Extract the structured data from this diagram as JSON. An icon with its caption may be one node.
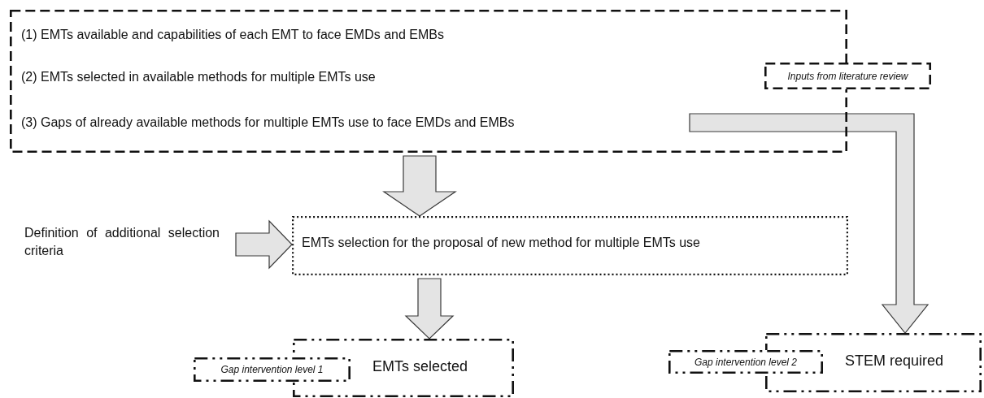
{
  "diagram": {
    "nodes": [
      {
        "text": [
          "(1)  EMTs available and capabilities of each EMT to face EMDs and EMBs",
          "(2)  EMTs selected in available methods for multiple EMTs use",
          "(3)  Gaps of already available methods for multiple EMTs use to face EMDs and EMBs"
        ]
      },
      {
        "text": [
          "Inputs from literature review"
        ]
      },
      {
        "text": [
          "Definition of additional selection criteria"
        ]
      },
      {
        "text": [
          "EMTs selection for the proposal of new method for multiple EMTs use"
        ]
      },
      {
        "text": [
          "Gap intervention level 1"
        ]
      },
      {
        "text": [
          "EMTs selected"
        ]
      },
      {
        "text": [
          "Gap intervention level 2"
        ]
      },
      {
        "text": [
          "STEM required"
        ]
      }
    ],
    "edges": [
      {
        "from": 0,
        "to": 3,
        "arrow": "to"
      },
      {
        "from": 2,
        "to": 3,
        "arrow": "to"
      },
      {
        "from": 3,
        "to": 5,
        "arrow": "to"
      },
      {
        "from": 0,
        "to": 7,
        "arrow": "to"
      }
    ]
  }
}
